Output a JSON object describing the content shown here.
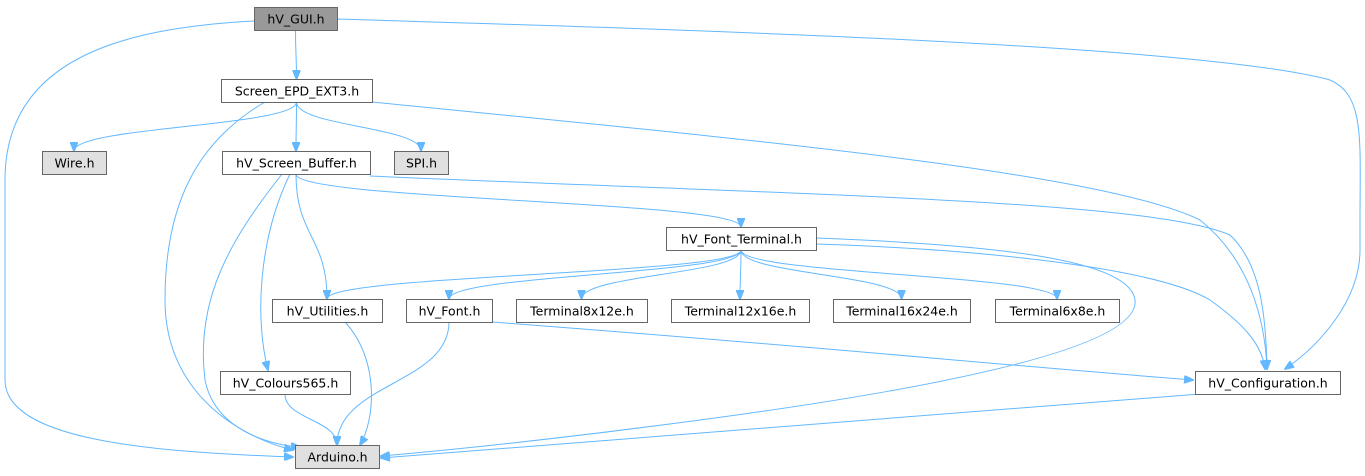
{
  "diagram": {
    "edge_color": "#63b8ff",
    "nodes": [
      {
        "id": "hv_gui",
        "label": "hV_GUI.h",
        "fill": "#999999",
        "documented": true
      },
      {
        "id": "screen_epd",
        "label": "Screen_EPD_EXT3.h",
        "fill": "#ffffff",
        "documented": true
      },
      {
        "id": "wire",
        "label": "Wire.h",
        "fill": "#e0e0e0",
        "documented": false
      },
      {
        "id": "screen_buffer",
        "label": "hV_Screen_Buffer.h",
        "fill": "#ffffff",
        "documented": true
      },
      {
        "id": "spi",
        "label": "SPI.h",
        "fill": "#e0e0e0",
        "documented": false
      },
      {
        "id": "font_terminal",
        "label": "hV_Font_Terminal.h",
        "fill": "#ffffff",
        "documented": true
      },
      {
        "id": "utilities",
        "label": "hV_Utilities.h",
        "fill": "#ffffff",
        "documented": true
      },
      {
        "id": "font",
        "label": "hV_Font.h",
        "fill": "#ffffff",
        "documented": true
      },
      {
        "id": "t8x12e",
        "label": "Terminal8x12e.h",
        "fill": "#ffffff",
        "documented": true
      },
      {
        "id": "t12x16e",
        "label": "Terminal12x16e.h",
        "fill": "#ffffff",
        "documented": true
      },
      {
        "id": "t16x24e",
        "label": "Terminal16x24e.h",
        "fill": "#ffffff",
        "documented": true
      },
      {
        "id": "t6x8e",
        "label": "Terminal6x8e.h",
        "fill": "#ffffff",
        "documented": true
      },
      {
        "id": "colours565",
        "label": "hV_Colours565.h",
        "fill": "#ffffff",
        "documented": true
      },
      {
        "id": "configuration",
        "label": "hV_Configuration.h",
        "fill": "#ffffff",
        "documented": true
      },
      {
        "id": "arduino",
        "label": "Arduino.h",
        "fill": "#e0e0e0",
        "documented": false
      }
    ],
    "edges": [
      [
        "hv_gui",
        "screen_epd"
      ],
      [
        "hv_gui",
        "arduino"
      ],
      [
        "hv_gui",
        "configuration"
      ],
      [
        "screen_epd",
        "wire"
      ],
      [
        "screen_epd",
        "screen_buffer"
      ],
      [
        "screen_epd",
        "spi"
      ],
      [
        "screen_epd",
        "arduino"
      ],
      [
        "screen_epd",
        "configuration"
      ],
      [
        "screen_buffer",
        "font_terminal"
      ],
      [
        "screen_buffer",
        "utilities"
      ],
      [
        "screen_buffer",
        "colours565"
      ],
      [
        "screen_buffer",
        "arduino"
      ],
      [
        "screen_buffer",
        "configuration"
      ],
      [
        "font_terminal",
        "utilities"
      ],
      [
        "font_terminal",
        "font"
      ],
      [
        "font_terminal",
        "t8x12e"
      ],
      [
        "font_terminal",
        "t12x16e"
      ],
      [
        "font_terminal",
        "t16x24e"
      ],
      [
        "font_terminal",
        "t6x8e"
      ],
      [
        "font_terminal",
        "configuration"
      ],
      [
        "font_terminal",
        "arduino"
      ],
      [
        "utilities",
        "arduino"
      ],
      [
        "font",
        "arduino"
      ],
      [
        "font",
        "configuration"
      ],
      [
        "colours565",
        "arduino"
      ],
      [
        "configuration",
        "arduino"
      ]
    ]
  }
}
